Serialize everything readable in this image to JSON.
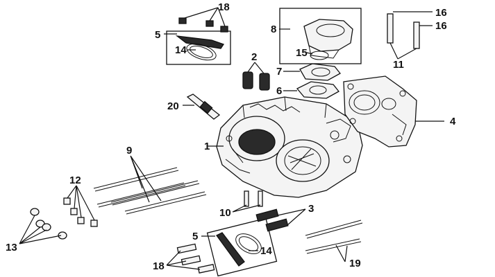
{
  "diagram": {
    "callouts": {
      "c1": "1",
      "c2": "2",
      "c3": "3",
      "c4": "4",
      "c5_top": "5",
      "c5_bottom": "5",
      "c6": "6",
      "c7": "7",
      "c8": "8",
      "c9": "9",
      "c10": "10",
      "c11": "11",
      "c12": "12",
      "c13": "13",
      "c14_top": "14",
      "c14_bottom": "14",
      "c15": "15",
      "c16_a": "16",
      "c16_b": "16",
      "c18_top": "18",
      "c18_bottom": "18",
      "c19": "19",
      "c20": "20"
    },
    "colors": {
      "ink": "#111111",
      "background": "#ffffff",
      "part_fill": "#f4f4f4"
    }
  }
}
